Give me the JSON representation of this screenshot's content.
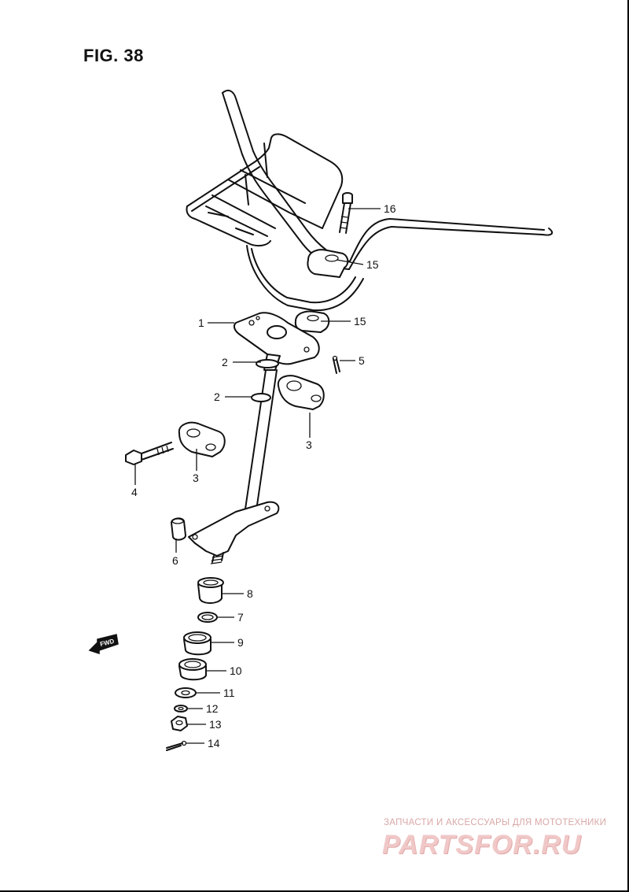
{
  "figure": {
    "title": "FIG. 38"
  },
  "callouts": [
    {
      "id": "c16",
      "label": "16"
    },
    {
      "id": "c15a",
      "label": "15"
    },
    {
      "id": "c15b",
      "label": "15"
    },
    {
      "id": "c1",
      "label": "1"
    },
    {
      "id": "c2a",
      "label": "2"
    },
    {
      "id": "c5",
      "label": "5"
    },
    {
      "id": "c2b",
      "label": "2"
    },
    {
      "id": "c3a",
      "label": "3"
    },
    {
      "id": "c3b",
      "label": "3"
    },
    {
      "id": "c4",
      "label": "4"
    },
    {
      "id": "c6",
      "label": "6"
    },
    {
      "id": "c8",
      "label": "8"
    },
    {
      "id": "c7",
      "label": "7"
    },
    {
      "id": "c9",
      "label": "9"
    },
    {
      "id": "c10",
      "label": "10"
    },
    {
      "id": "c11",
      "label": "11"
    },
    {
      "id": "c12",
      "label": "12"
    },
    {
      "id": "c13",
      "label": "13"
    },
    {
      "id": "c14",
      "label": "14"
    }
  ],
  "direction_marker": {
    "label": "FWD"
  },
  "watermark": {
    "caption": "ЗАПЧАСТИ И АКСЕССУАРЫ ДЛЯ МОТОТЕХНИКИ",
    "logo": "PARTSFOR.RU"
  },
  "colors": {
    "line": "#111111",
    "background": "#ffffff",
    "watermark": "#e8b4b4"
  }
}
